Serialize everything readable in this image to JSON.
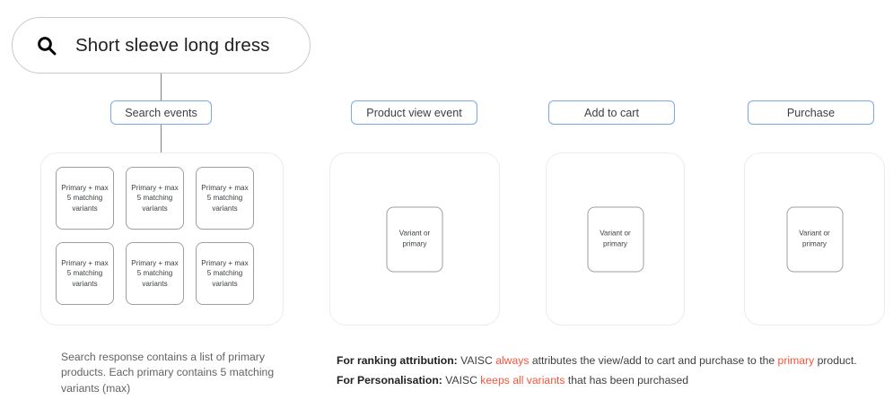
{
  "search": {
    "icon": "search-icon",
    "query": "Short sleeve long dress"
  },
  "stages": [
    {
      "id": "search-events",
      "label": "Search events"
    },
    {
      "id": "product-view-event",
      "label": "Product view event"
    },
    {
      "id": "add-to-cart",
      "label": "Add to cart"
    },
    {
      "id": "purchase",
      "label": "Purchase"
    }
  ],
  "search_panel": {
    "cards": [
      {
        "text": "Primary + max 5 matching variants"
      },
      {
        "text": "Primary + max 5 matching variants"
      },
      {
        "text": "Primary + max 5 matching variants"
      },
      {
        "text": "Primary + max 5 matching variants"
      },
      {
        "text": "Primary + max 5 matching variants"
      },
      {
        "text": "Primary + max 5 matching variants"
      }
    ]
  },
  "event_panels": [
    {
      "id": "product-view",
      "card": "Variant or primary"
    },
    {
      "id": "add-to-cart",
      "card": "Variant or primary"
    },
    {
      "id": "purchase",
      "card": "Variant or primary"
    }
  ],
  "captions": {
    "left": "Search response contains a list of primary products. Each primary contains 5 matching variants (max)",
    "ranking": {
      "bold": "For ranking attribution:",
      "part1": " VAISC ",
      "hl1": "always",
      "part2": " attributes the view/add to cart and purchase to the ",
      "hl2": "primary",
      "part3": " product."
    },
    "personalisation": {
      "bold": "For Personalisation:",
      "part1": " VAISC ",
      "hl1": "keeps all variants",
      "part2": " that has been purchased"
    }
  },
  "colors": {
    "accent_blue": "#7ba7e8",
    "highlight_red": "#f4553d",
    "card_border": "#9aa0a6",
    "panel_border": "#ececec",
    "text": "#3c4043"
  }
}
